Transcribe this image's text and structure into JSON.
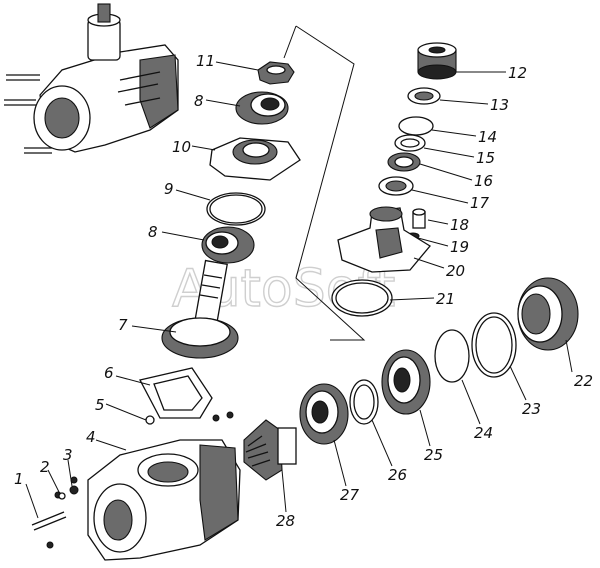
{
  "watermark": "AutoSoft",
  "callouts": [
    "1",
    "2",
    "3",
    "4",
    "5",
    "6",
    "7",
    "8",
    "8",
    "9",
    "10",
    "11",
    "12",
    "13",
    "14",
    "15",
    "16",
    "17",
    "18",
    "19",
    "20",
    "21",
    "22",
    "23",
    "24",
    "25",
    "26",
    "27",
    "28"
  ]
}
